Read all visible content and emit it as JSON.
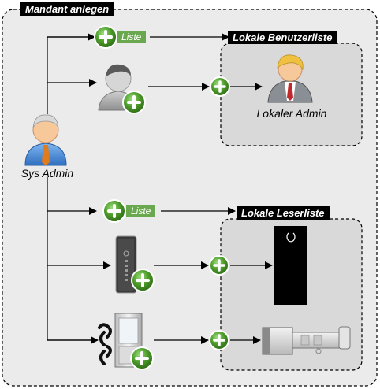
{
  "diagram": {
    "title": "Mandant anlegen",
    "actor_label": "Sys Admin",
    "user_list_tag": "Lokale Benutzerliste",
    "reader_list_tag": "Lokale Leserliste",
    "local_admin_label": "Lokaler Admin",
    "list_badge_top": "Liste",
    "list_badge_bottom": "Liste"
  },
  "colors": {
    "outer_frame_bg": "#ebebeb",
    "inner_panel_bg": "#d9d9d9",
    "plus_green": "#4c9a2a",
    "list_badge_green": "#6aa84f",
    "arrow": "#000000"
  }
}
